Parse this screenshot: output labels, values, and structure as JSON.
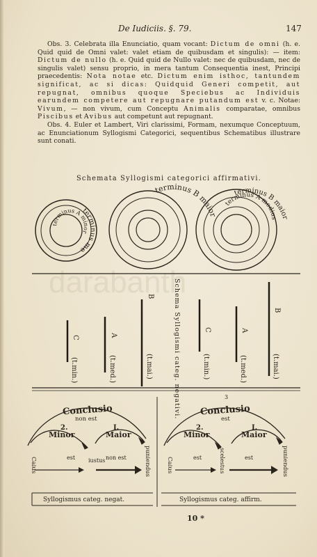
{
  "header": {
    "title": "De Iudiciis. §. 79.",
    "page_number": "147"
  },
  "body": {
    "p1": [
      "Obs. 3. Celebrata illa Enunciatio, quam vocant: ",
      "Dictum de omni",
      " (h. e. Quid quid de Omni valet: valet etiam de quibusdam et singulis): — item: ",
      "Dictum de nullo",
      " (h. e. Quid quid de Nullo valet: nec de quibusdam, nec de singulis valet) sensu proprio, in mera tantum Consequentia inest, Principi praecedentis: ",
      "Nota notae",
      " etc. ",
      "Dictum enim isthoc, tantundem significat, ac si dicas: ",
      "Quidquid Generi competit, aut repugnat, omnibus quoque Speciebus ac Individuis earundem competere aut repugnare putandum est",
      " v. c. Notae: ",
      "Vivum",
      ", — non vivum, cum Conceptu ",
      "Animalis",
      " comparatae, omnibus ",
      "Piscibus",
      " et ",
      "Avibus",
      " aut competunt aut repugnant."
    ],
    "p2": "Obs. 4. Euler et Lambert, Viri clarissimi, Formam, nexumque Conceptuum, ac Enunciationum Syllogismi Categorici, sequentibus Schematibus illustrare sunt conati."
  },
  "schema_title": "Schemata Syllogismi categorici affirmativi.",
  "circles": {
    "left_label": "terminus medius",
    "left_inner": "terminus A minor",
    "middle_label": "terminus B maior",
    "right_outer": "terminus B maior",
    "right_inner": "terminus A medius"
  },
  "lines_left": {
    "B": "B",
    "B_term": "(t.mai.)",
    "A": "A",
    "A_term": "(t.med.)",
    "C": "C",
    "C_term": "(t.min.)"
  },
  "vertical_title": "Schema Syllogismi categ. negativi.",
  "lines_right": {
    "B": "B",
    "B_term": "(t.mai.)",
    "A": "A",
    "A_term": "(t.med.)",
    "C": "C",
    "C_term": "(t.min.)"
  },
  "bottom_left": {
    "conclusio": "Conclusio",
    "non_est": "non est",
    "minor_num": "2.",
    "minor": "Minor",
    "maior_num": "I.",
    "maior": "Maior",
    "est": "est",
    "non_est2": "non est",
    "caius": "Caius",
    "iustus": "iustus",
    "puniendus": "puniendus",
    "caption": "Syllogismus categ. negat."
  },
  "bottom_right": {
    "num": "3",
    "conclusio": "Conclusio",
    "est_top": "est",
    "minor_num": "2.",
    "minor": "Minor",
    "maior_num": "I.",
    "maior": "Maior",
    "est1": "est",
    "est2": "est",
    "caius": "Caius",
    "scel": "scelestus",
    "puniendus": "puniendus",
    "caption": "Syllogismus categ. affirm."
  },
  "watermark": "darabanth",
  "footer": "10 *"
}
